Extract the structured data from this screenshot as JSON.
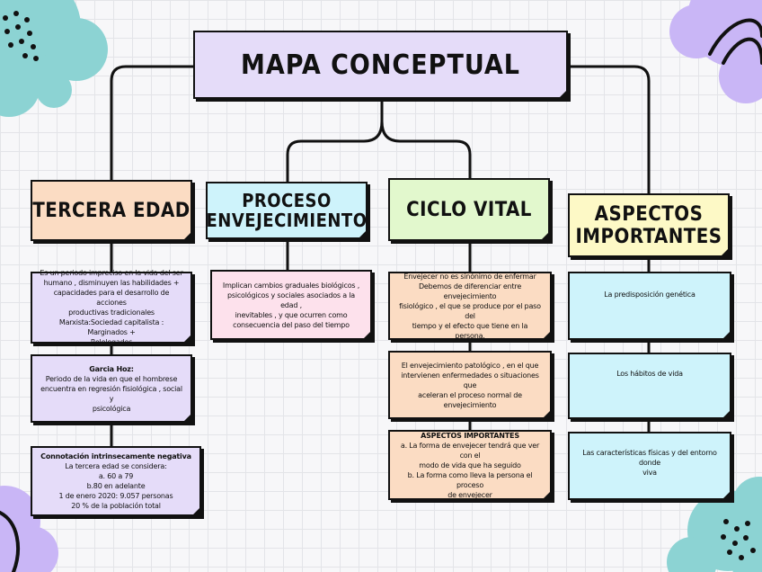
{
  "title": "MAPA CONCEPTUAL",
  "columns": [
    {
      "heading": [
        "TERCERA EDAD"
      ],
      "cards": [
        {
          "lines": [
            "Es un periodo impreciso en la vida del ser",
            "humano , disminuyen las habilidades +",
            "capacidades para el desarrollo de acciones",
            "productivas tradicionales",
            "Marxista:Sociedad capitalista : Marginados +",
            "Relelegados"
          ]
        },
        {
          "lines": [
            "Garcia Hoz:",
            "Periodo de la vida en que el hombrese",
            "encuentra en regresión fisiológica , social y",
            "psicológica"
          ]
        },
        {
          "lines": [
            "Connotación intrinsecamente negativa",
            "La tercera edad se considera:",
            "a. 60 a 79",
            "b.80 en adelante",
            "1 de enero 2020: 9.057 personas",
            "20 % de la población total"
          ]
        }
      ]
    },
    {
      "heading": [
        "PROCESO",
        "ENVEJECIMIENTO"
      ],
      "cards": [
        {
          "lines": [
            "Implican cambios graduales biológicos ,",
            "psicológicos y sociales asociados a la edad ,",
            "inevitables , y que ocurren como",
            "consecuencia del paso del tiempo"
          ]
        }
      ]
    },
    {
      "heading": [
        "CICLO VITAL"
      ],
      "cards": [
        {
          "lines": [
            "Envejecer no es sinónimo de enfermar",
            "Debemos de diferenciar entre envejecimiento",
            "fisiológico , el que se produce por el paso del",
            "tiempo y el efecto que tiene en la persona."
          ]
        },
        {
          "lines": [
            "El envejecimiento patológico , en el que",
            "intervienen enfermedades o situaciones que",
            "aceleran el proceso normal de envejecimiento"
          ]
        },
        {
          "lines": [
            "ASPECTOS IMPORTANTES",
            "a. La forma de envejecer tendrá que ver con el",
            "modo de vida que ha seguido",
            "b. La forma como lleva la persona el proceso",
            "de envejecer"
          ]
        }
      ]
    },
    {
      "heading": [
        "ASPECTOS",
        "IMPORTANTES"
      ],
      "cards": [
        {
          "lines": [
            "La predisposición genética"
          ]
        },
        {
          "lines": [
            "Los hábitos de vida"
          ]
        },
        {
          "lines": [
            "Las características físicas y del entorno donde",
            "viva"
          ]
        }
      ]
    }
  ]
}
